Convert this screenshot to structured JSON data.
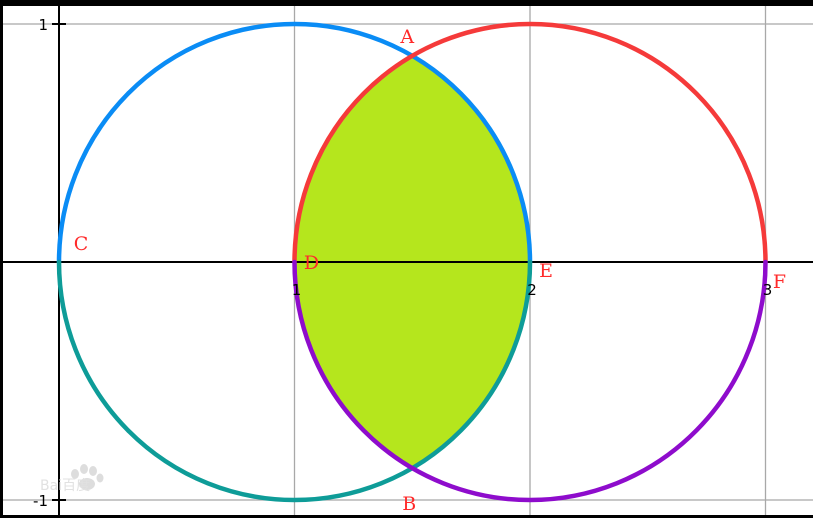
{
  "diagram": {
    "x_range": [
      -0.2,
      3.2
    ],
    "y_range": [
      -1.08,
      1.08
    ],
    "x_ticks": [
      1,
      2,
      3
    ],
    "y_ticks": [
      1,
      -1
    ],
    "x_tick_labels": [
      "1",
      "2",
      "3"
    ],
    "y_tick_labels": [
      "1",
      "-1"
    ],
    "circles": [
      {
        "name": "circle-left",
        "center": [
          1,
          0
        ],
        "radius": 1,
        "upper_color": "#0a8cf5",
        "lower_color": "#0e9c98"
      },
      {
        "name": "circle-right",
        "center": [
          2,
          0
        ],
        "radius": 1,
        "upper_color": "#f53a3a",
        "lower_color": "#8e0ccc"
      }
    ],
    "intersection_fill": "#b5e61d",
    "points": [
      {
        "label": "A",
        "x": 1.5,
        "y": 0.866
      },
      {
        "label": "B",
        "x": 1.5,
        "y": -0.866
      },
      {
        "label": "C",
        "x": 0,
        "y": 0
      },
      {
        "label": "D",
        "x": 1,
        "y": 0
      },
      {
        "label": "E",
        "x": 2,
        "y": 0
      },
      {
        "label": "F",
        "x": 3,
        "y": 0
      }
    ],
    "label_color": "#ff2a2a"
  },
  "watermark": {
    "text": "Bai百度"
  }
}
